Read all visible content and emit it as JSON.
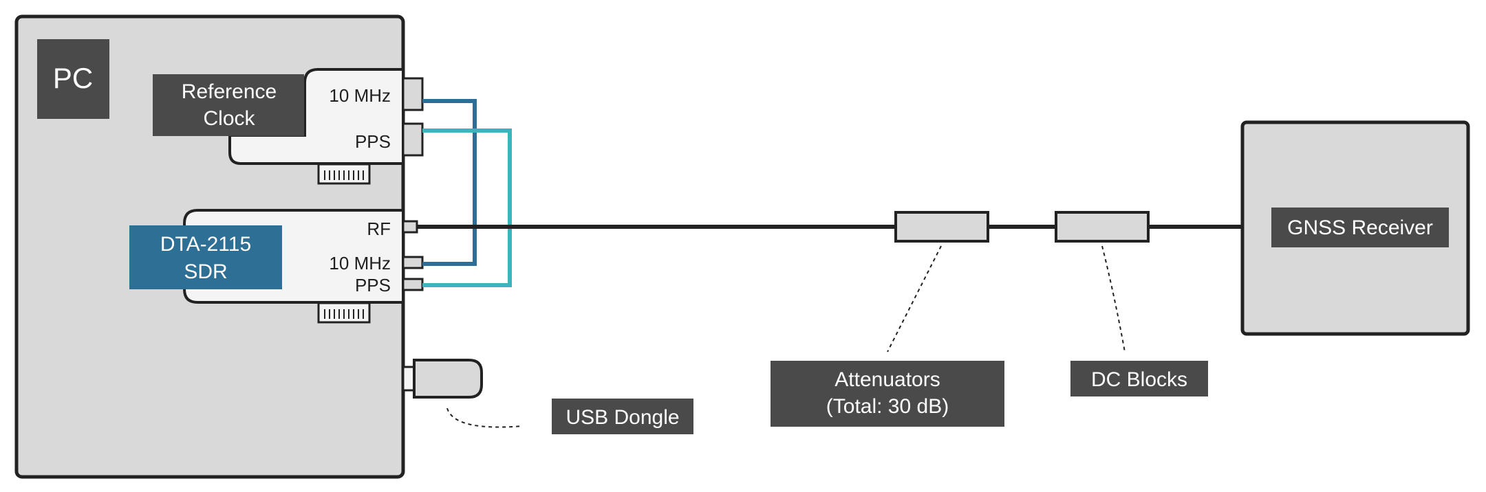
{
  "pc": {
    "label": "PC"
  },
  "reference_clock": {
    "label_line1": "Reference",
    "label_line2": "Clock",
    "port_10mhz": "10 MHz",
    "port_pps": "PPS"
  },
  "sdr": {
    "label_line1": "DTA-2115",
    "label_line2": "SDR",
    "port_rf": "RF",
    "port_10mhz": "10 MHz",
    "port_pps": "PPS"
  },
  "usb_dongle": {
    "label": "USB Dongle"
  },
  "attenuators": {
    "label_line1": "Attenuators",
    "label_line2": "(Total: 30 dB)"
  },
  "dc_blocks": {
    "label": "DC Blocks"
  },
  "gnss_receiver": {
    "label": "GNSS Receiver"
  },
  "colors": {
    "pc_body": "#d9d9d9",
    "label_box": "#4a4a4a",
    "sdr_label": "#2e6f96",
    "cable_10mhz": "#2f6d97",
    "cable_pps": "#3db3bd",
    "rf_line": "#222222",
    "card_fill": "#f4f4f4"
  }
}
